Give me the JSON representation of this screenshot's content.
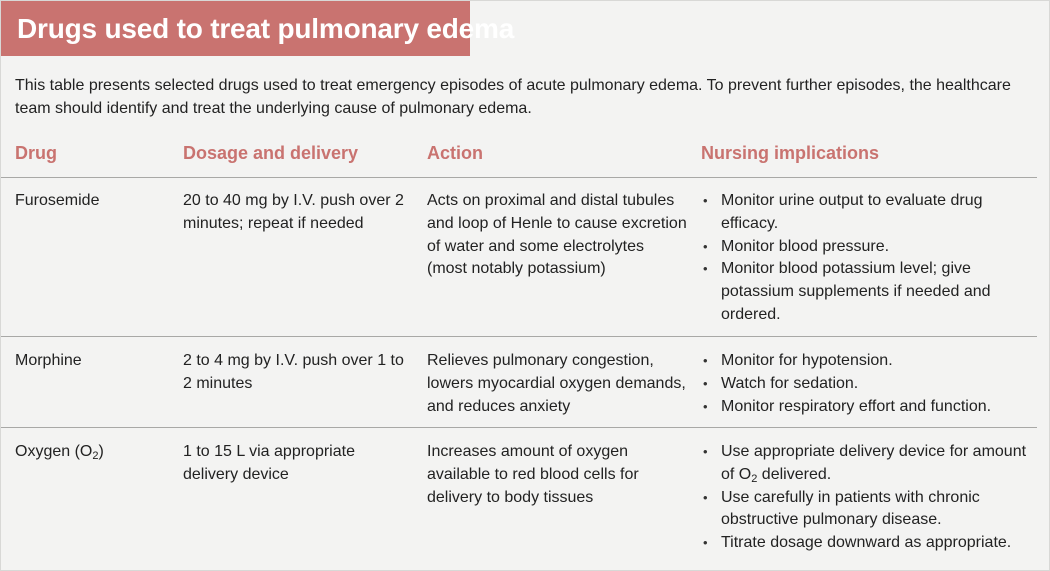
{
  "title": "Drugs used to treat pulmonary edema",
  "intro": "This table presents selected drugs used to treat emergency episodes of acute pulmonary edema. To prevent further episodes, the healthcare team should identify and treat the underlying cause of pulmonary edema.",
  "headers": {
    "drug": "Drug",
    "dosage": "Dosage and delivery",
    "action": "Action",
    "nursing": "Nursing implications"
  },
  "rows": [
    {
      "drug": "Furosemide",
      "dosage": "20 to 40 mg by I.V. push over 2 minutes; repeat if needed",
      "action": "Acts on proximal and distal tubules and loop of Henle to cause excretion of water and some electrolytes (most notably potassium)",
      "nursing": [
        "Monitor urine output to evaluate drug efficacy.",
        "Monitor blood pressure.",
        "Monitor blood potassium level; give potassium supplements if needed and ordered."
      ]
    },
    {
      "drug": "Morphine",
      "dosage": "2 to 4 mg by I.V. push over 1 to 2 minutes",
      "action": "Relieves pulmonary congestion, lowers myocardial oxygen demands, and reduces anxiety",
      "nursing": [
        "Monitor for hypotension.",
        "Watch for sedation.",
        "Monitor respiratory effort and function."
      ]
    },
    {
      "drug_prefix": "Oxygen (O",
      "drug_sub": "2",
      "drug_suffix": ")",
      "dosage": "1 to 15 L via appropriate delivery device",
      "action": "Increases amount of oxygen available to red blood cells for delivery to body tissues",
      "nursing_1_prefix": "Use appropriate delivery device for amount of O",
      "nursing_1_sub": "2",
      "nursing_1_suffix": " delivered.",
      "nursing": [
        "Use carefully in patients with chronic obstructive pulmonary disease.",
        "Titrate dosage downward as appropriate."
      ]
    }
  ]
}
